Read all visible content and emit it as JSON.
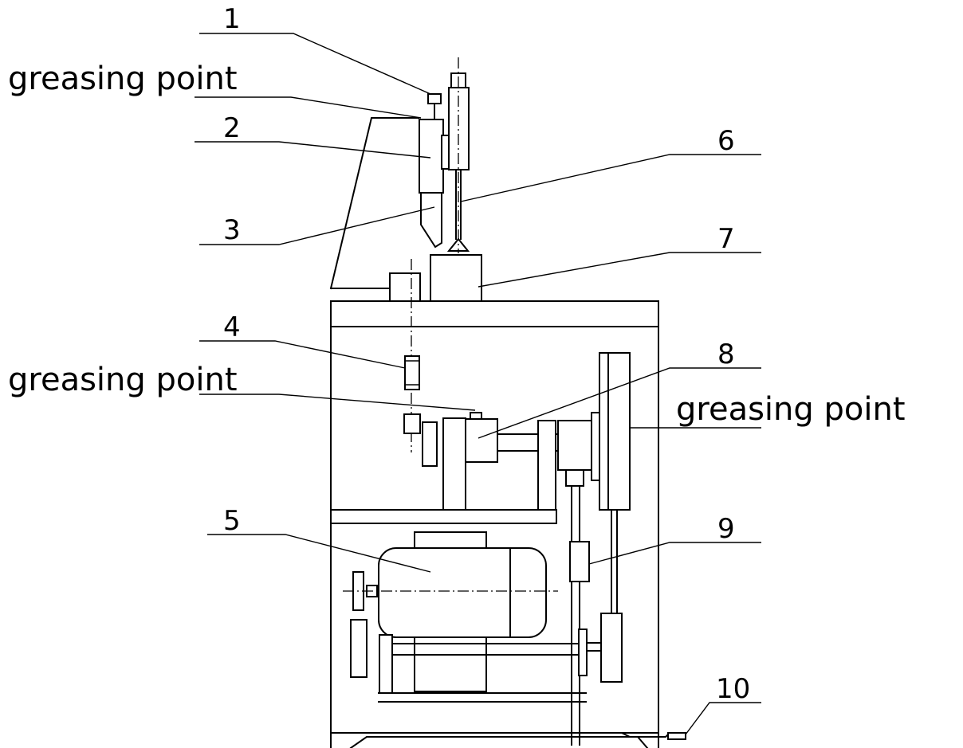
{
  "callouts": {
    "c1": "1",
    "c2": "2",
    "c3": "3",
    "c4": "4",
    "c5": "5",
    "c6": "6",
    "c7": "7",
    "c8": "8",
    "c9": "9",
    "c10": "10"
  },
  "greasing_labels": {
    "top": "greasing point",
    "middle": "greasing point",
    "right": "greasing point"
  }
}
